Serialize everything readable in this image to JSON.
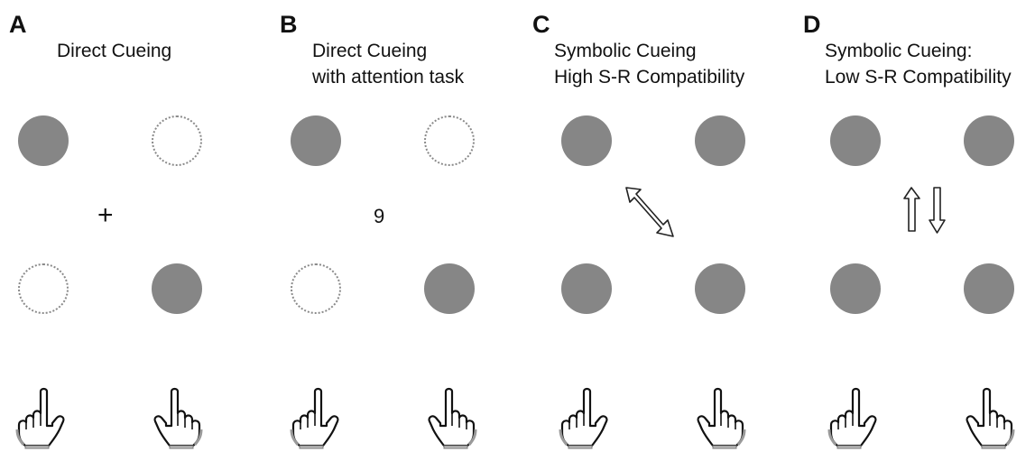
{
  "panels": [
    {
      "label": "A",
      "title_lines": [
        "Direct Cueing"
      ],
      "center_text": "+",
      "stimuli": [
        "filled",
        "empty",
        "empty",
        "filled"
      ],
      "cue": null
    },
    {
      "label": "B",
      "title_lines": [
        "Direct Cueing",
        "with attention task"
      ],
      "center_text": "9",
      "stimuli": [
        "filled",
        "empty",
        "empty",
        "filled"
      ],
      "cue": null
    },
    {
      "label": "C",
      "title_lines": [
        "Symbolic Cueing",
        "High S-R Compatibility"
      ],
      "center_text": "",
      "stimuli": [
        "filled",
        "filled",
        "filled",
        "filled"
      ],
      "cue": "diagonal-double-arrow-icon"
    },
    {
      "label": "D",
      "title_lines": [
        "Symbolic Cueing:",
        "Low S-R Compatibility"
      ],
      "center_text": "",
      "stimuli": [
        "filled",
        "filled",
        "filled",
        "filled"
      ],
      "cue": "up-down-arrows-icon"
    }
  ],
  "colors": {
    "stimulus_filled": "#868686",
    "stimulus_outline": "#8a8a8a",
    "arrow_stroke": "#222222"
  },
  "responses": [
    "left-hand-pointing-icon",
    "right-hand-pointing-icon"
  ]
}
